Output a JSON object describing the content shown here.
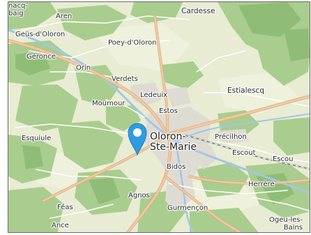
{
  "map": {
    "places": {
      "nacq_baig": "nacq-\nbaig",
      "aren": "Aren",
      "cardesse": "Cardesse",
      "geus": "Geüs-d'Oloron",
      "poey": "Poey-d'Oloron",
      "geronce": "Géronce",
      "orin": "Orin",
      "verdets": "Verdets",
      "ledeuix": "Ledeuix",
      "estialescq": "Estialescq",
      "moumour": "Moumour",
      "estos": "Estos",
      "oloron": "Oloron-\nSte-Marie",
      "precilhon": "Précilhon",
      "esquiule": "Esquiule",
      "escout": "Escout",
      "escou": "Escou",
      "bidos": "Bidos",
      "herrere": "Herrère",
      "agnos": "Agnos",
      "feas": "Féas",
      "gurmencon": "Gurmençon",
      "ance": "Ance",
      "ogeu": "Ogeu-les-\nBains"
    },
    "marker": {
      "icon": "map-pin-icon",
      "color": "#2f9be0"
    },
    "colors": {
      "background": "#e7ecd3",
      "forest": "#a9cd8e",
      "forest_dark": "#8fbd77",
      "urban": "#dedbd3",
      "road_major": "#f3c8a0",
      "road_major_edge": "#d9a982",
      "road_minor": "#ffffff",
      "river": "#a3c6e6",
      "rail": "#8a8a8a"
    }
  }
}
